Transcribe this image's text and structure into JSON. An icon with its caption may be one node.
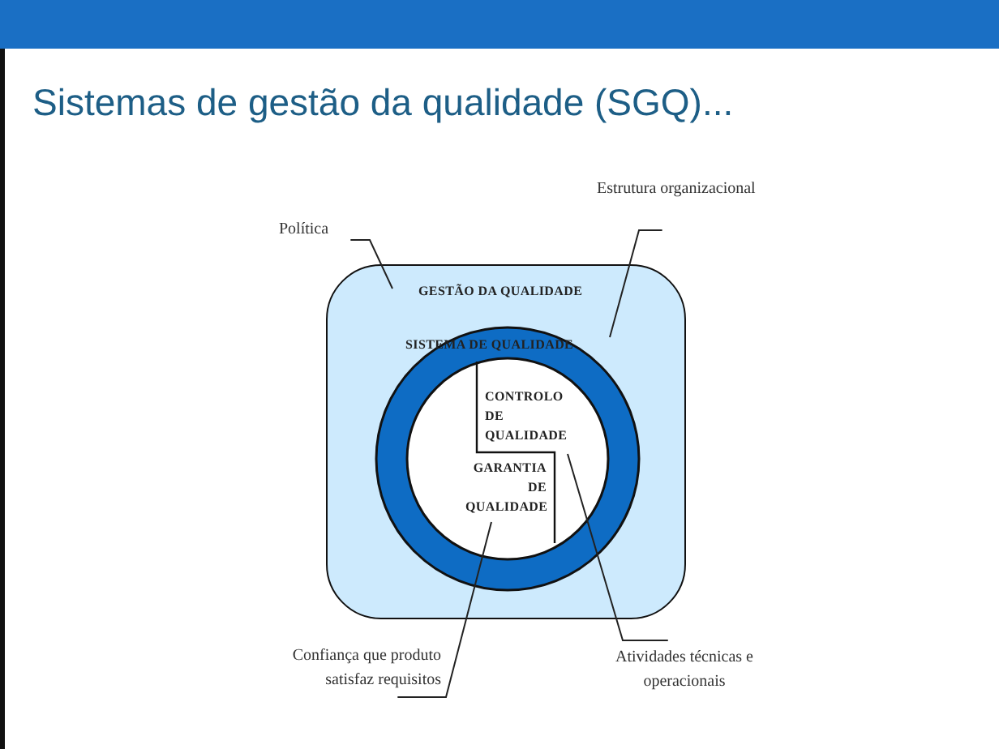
{
  "diagram": {
    "title": "Sistemas de gestão da qualidade (SGQ)...",
    "nodes": [
      {
        "text": [
          "GESTÃO DA QUALIDADE"
        ]
      },
      {
        "text": [
          "SISTEMA DE QUALIDADE"
        ],
        "in": 0
      },
      {
        "text": [
          "CONTROLO DE QUALIDADE"
        ],
        "in": 1
      },
      {
        "text": [
          "GARANTIA DE QUALIDADE"
        ],
        "in": 1
      },
      {
        "text": [
          "Política"
        ]
      },
      {
        "text": [
          "Estrutura organizacional"
        ]
      },
      {
        "text": [
          "Confiança que produto satisfaz requisitos"
        ]
      },
      {
        "text": [
          "Atividades técnicas e operacionais"
        ]
      }
    ],
    "edges": [
      {
        "from": 4,
        "to": 0,
        "arrow": "none"
      },
      {
        "from": 5,
        "to": 0,
        "arrow": "none"
      },
      {
        "from": 6,
        "to": 3,
        "arrow": "none"
      },
      {
        "from": 7,
        "to": 2,
        "arrow": "none"
      }
    ]
  }
}
